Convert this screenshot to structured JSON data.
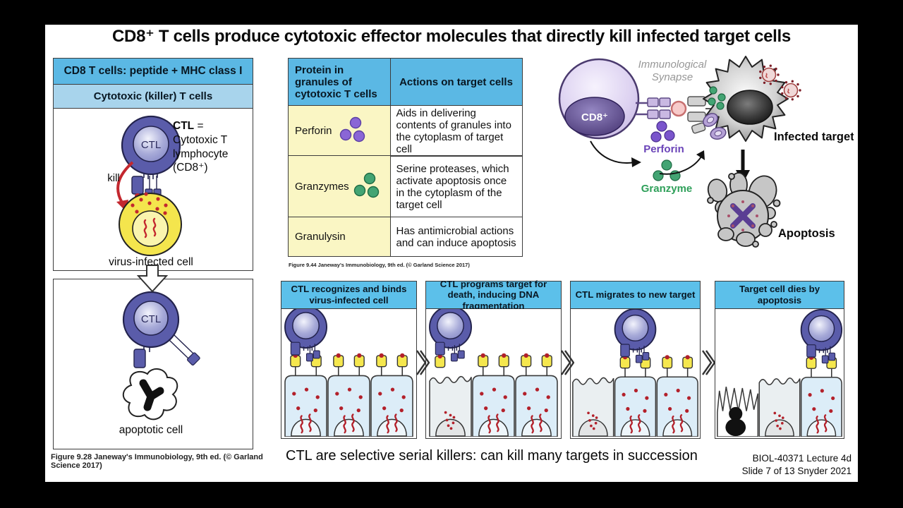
{
  "title": {
    "text": "CD8⁺ T cells produce cytotoxic effector molecules that directly kill infected target cells"
  },
  "left_panel": {
    "header_top": "CD8 T cells: peptide + MHC class I",
    "header_sub": "Cytotoxic (killer) T cells",
    "ctl_abbr": "CTL",
    "ctl_def_bold": "CTL",
    "ctl_def_rest": " =\nCytotoxic T\nlymphocyte\n(CD8⁺)",
    "kill_label": "kill",
    "virus_cell_label": "virus-infected cell",
    "apoptotic_label": "apoptotic cell",
    "caption": "Figure 9.28  Janeway's Immunobiology, 9th ed. (© Garland Science 2017)"
  },
  "granule_table": {
    "header_col1": "Protein in\ngranules of\ncytotoxic T cells",
    "header_col2": "Actions on target cells",
    "rows": [
      {
        "protein": "Perforin",
        "action": "Aids in delivering contents of granules into the cytoplasm of target cell"
      },
      {
        "protein": "Granzymes",
        "action": "Serine proteases, which activate apoptosis once in the cytoplasm of the target cell"
      },
      {
        "protein": "Granulysin",
        "action": "Has antimicrobial actions and can induce apoptosis"
      }
    ],
    "caption": "Figure 9.44  Janeway's Immunobiology, 9th ed. (© Garland Science 2017)"
  },
  "synapse_diagram": {
    "synapse_label_line1": "Immunological",
    "synapse_label_line2": "Synapse",
    "cd8_label": "CD8⁺",
    "perforin_label": "Perforin",
    "granzyme_label": "Granzyme",
    "infected_target_label": "Infected target",
    "apoptosis_label": "Apoptosis"
  },
  "serial_killing": {
    "panels": [
      {
        "title": "CTL recognizes and binds virus-infected cell",
        "ctl_cell": 0,
        "cells": [
          "healthy",
          "healthy",
          "healthy"
        ]
      },
      {
        "title": "CTL programs target for death, inducing DNA fragmentation",
        "ctl_cell": 0,
        "cells": [
          "dying",
          "healthy",
          "healthy"
        ]
      },
      {
        "title": "CTL migrates to new target",
        "ctl_cell": 1,
        "cells": [
          "dying",
          "healthy",
          "healthy"
        ]
      },
      {
        "title": "Target cell dies by apoptosis",
        "ctl_cell": 2,
        "cells": [
          "dead",
          "dying",
          "healthy"
        ]
      }
    ],
    "conclusion": "CTL are selective serial killers: can kill many targets in succession"
  },
  "footer": {
    "line1": "BIOL-40371 Lecture 4d",
    "line2": "Slide 7 of 13 Snyder 2021"
  },
  "colors": {
    "header_blue": "#5bb8e4",
    "header_blue_light": "#a8d4ec",
    "panel_header_blue": "#5cc0ea",
    "table_yellow": "#faf6c4",
    "ctl_purple": "#5a5caa",
    "ctl_dark": "#23234d",
    "perforin_purple": "#7a55cc",
    "perforin_text": "#6a43b8",
    "granzyme_green": "#43a473",
    "granzyme_text": "#2fa05a",
    "kill_red": "#c3272e",
    "virus_yellow": "#f4e54d",
    "receptor_yellow": "#f5e74e",
    "target_cell_blue": "#dcedf8"
  }
}
